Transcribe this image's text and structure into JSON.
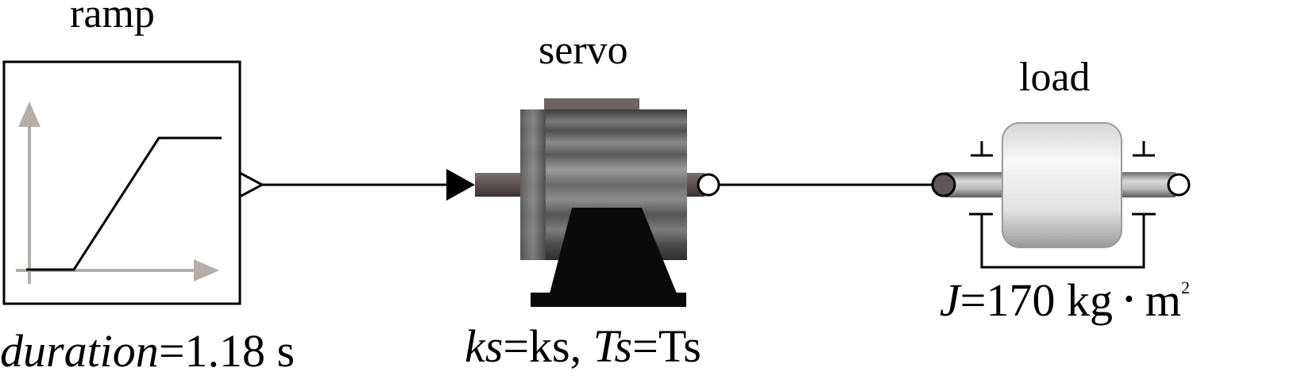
{
  "blocks": {
    "ramp": {
      "name": "ramp",
      "param_name": "duration",
      "param_sep": "=",
      "param_value": "1.18 s"
    },
    "servo": {
      "name": "servo",
      "param1_name": "ks",
      "param1_sep": "=",
      "param1_value": "ks, ",
      "param2_name": "Ts",
      "param2_sep": "=",
      "param2_value": "Ts"
    },
    "load": {
      "name": "load",
      "param_name": "J",
      "param_sep": "=",
      "param_value": "170 kg",
      "dot": "•",
      "unit": "m",
      "unit_exp": "2"
    }
  },
  "colors": {
    "line": "#000000",
    "axis_gray": "#b4ada8",
    "motor_body": "#707070",
    "motor_dark": "#4a4a4a",
    "flange": "#645a5a",
    "base": "#0a0a0a",
    "load_body": "#e6e6e6"
  },
  "icons": [
    "ramp-icon",
    "servo-motor-icon",
    "inertia-load-icon",
    "signal-output-port-icon",
    "signal-input-port-icon",
    "flange-port-icon"
  ]
}
